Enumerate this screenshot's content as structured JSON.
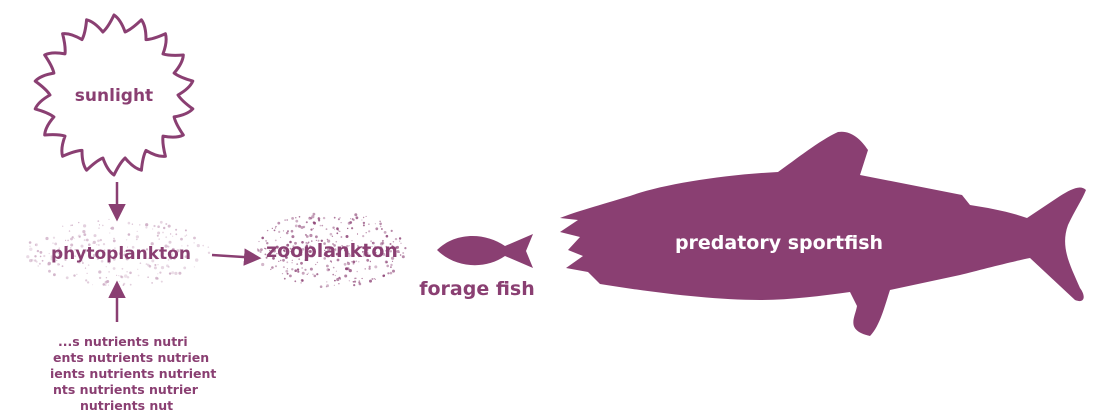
{
  "colors": {
    "primary": "#8a3f72",
    "background": "#ffffff"
  },
  "nodes": {
    "sunlight": {
      "label": "sunlight"
    },
    "phytoplankton": {
      "label": "phytoplankton"
    },
    "zooplankton": {
      "label": "zooplankton"
    },
    "forage_fish": {
      "label": "forage fish"
    },
    "predatory_sportfish": {
      "label": "predatory sportfish"
    }
  },
  "nutrients": {
    "lines": [
      "...s nutrients nutri",
      "ents nutrients nutrien",
      "ients nutrients nutrient",
      "nts nutrients nutrier",
      "nutrients nut"
    ]
  },
  "arrows": [
    {
      "from": "sunlight",
      "to": "phytoplankton"
    },
    {
      "from": "nutrients",
      "to": "phytoplankton"
    },
    {
      "from": "phytoplankton",
      "to": "zooplankton"
    }
  ]
}
